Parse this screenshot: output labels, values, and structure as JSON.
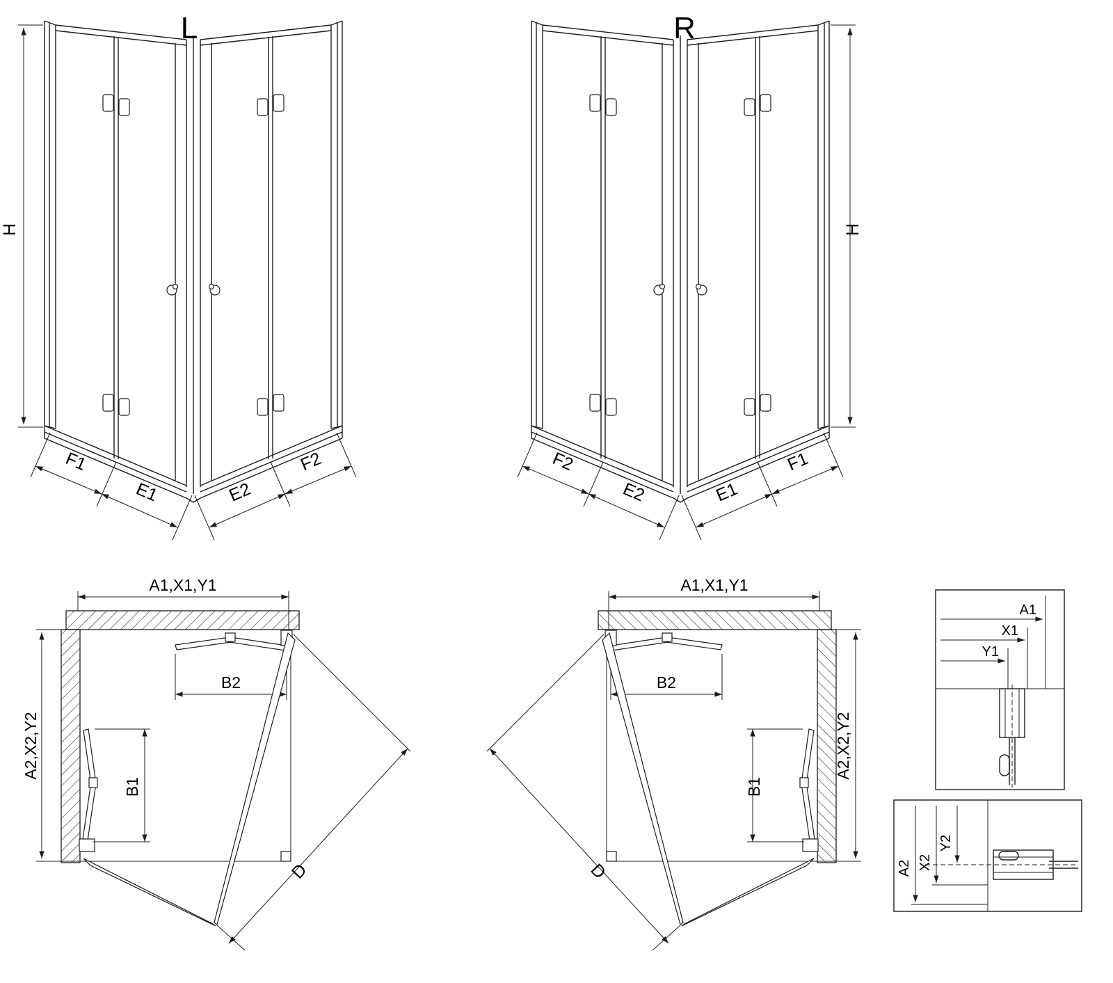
{
  "figure": {
    "background": "#ffffff",
    "line_color": "#1c1c1c",
    "iso_left": {
      "title": "L",
      "height_label": "H",
      "bottom_labels": [
        "F1",
        "E1",
        "E2",
        "F2"
      ]
    },
    "iso_right": {
      "title": "R",
      "height_label": "H",
      "bottom_labels": [
        "F2",
        "E2",
        "E1",
        "F1"
      ]
    },
    "plan_left": {
      "width_label": "A1,X1,Y1",
      "depth_label": "A2,X2,Y2",
      "top_door_label": "B2",
      "side_door_label": "B1",
      "diagonal_label": "D"
    },
    "plan_right": {
      "width_label": "A1,X1,Y1",
      "depth_label": "A2,X2,Y2",
      "top_door_label": "B2",
      "side_door_label": "B1",
      "diagonal_label": "D"
    },
    "detail_width": {
      "labels": [
        "A1",
        "X1",
        "Y1"
      ]
    },
    "detail_depth": {
      "labels": [
        "A2",
        "X2",
        "Y2"
      ]
    }
  }
}
